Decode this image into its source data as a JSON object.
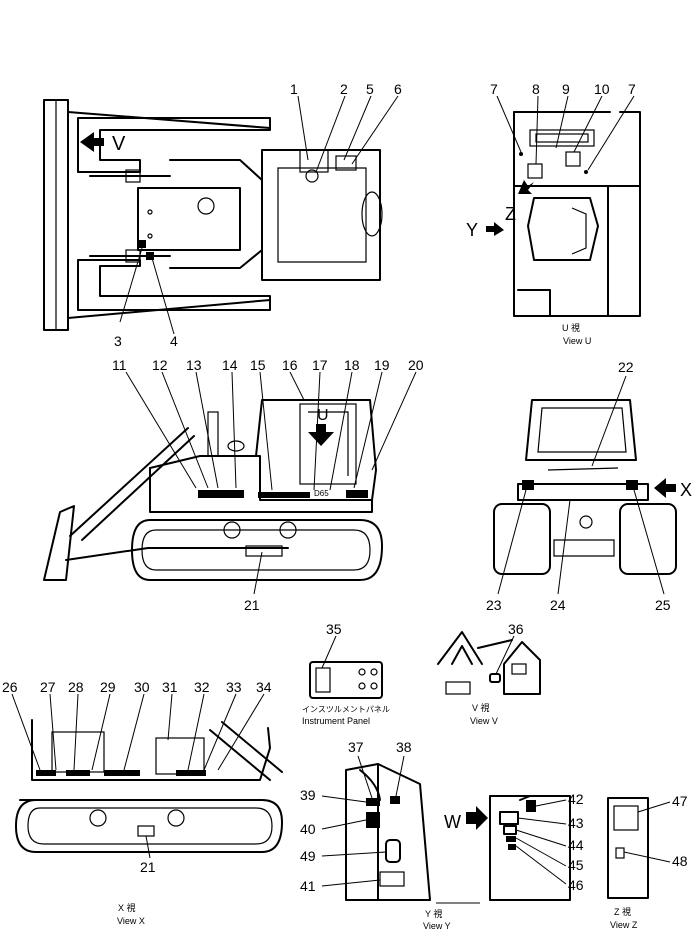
{
  "callouts": [
    "1",
    "2",
    "3",
    "4",
    "5",
    "6",
    "7",
    "8",
    "9",
    "10",
    "11",
    "12",
    "13",
    "14",
    "15",
    "16",
    "17",
    "18",
    "19",
    "20",
    "21",
    "22",
    "23",
    "24",
    "25",
    "26",
    "27",
    "28",
    "29",
    "30",
    "31",
    "32",
    "33",
    "34",
    "35",
    "36",
    "37",
    "38",
    "39",
    "40",
    "41",
    "42",
    "43",
    "44",
    "45",
    "46",
    "47",
    "48",
    "49"
  ],
  "view_letters": {
    "V": "V",
    "U": "U",
    "X": "X",
    "Y": "Y",
    "Z": "Z",
    "W": "W"
  },
  "captions": {
    "view_u_jp": "U 視",
    "view_u": "View U",
    "view_v_jp": "V 視",
    "view_v": "View V",
    "view_x_jp": "X 視",
    "view_x": "View X",
    "view_y_jp": "Y 視",
    "view_y": "View Y",
    "view_z_jp": "Z 視",
    "view_z": "View Z",
    "panel_jp": "インスツルメントパネル",
    "panel_en": "Instrument Panel",
    "plate_text": "D65"
  }
}
